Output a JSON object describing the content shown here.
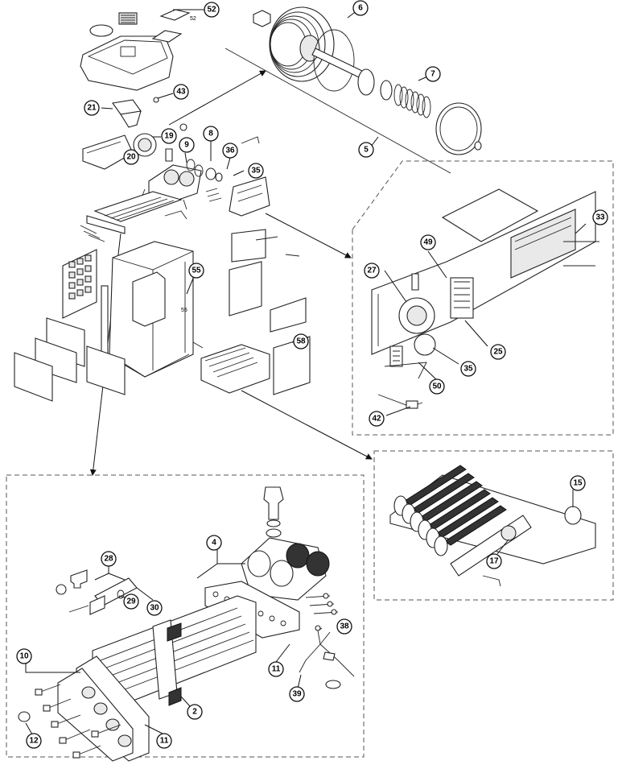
{
  "diagram": {
    "callouts": {
      "c52": "52",
      "c6": "6",
      "c7": "7",
      "c5": "5",
      "c43": "43",
      "c21": "21",
      "c19": "19",
      "c20": "20",
      "c9": "9",
      "c8": "8",
      "c36": "36",
      "c35a": "35",
      "c55": "55",
      "c58": "58",
      "c33": "33",
      "c49": "49",
      "c27": "27",
      "c25": "25",
      "c35b": "35",
      "c50": "50",
      "c42": "42",
      "c15": "15",
      "c17": "17",
      "c4": "4",
      "c28": "28",
      "c29": "29",
      "c30": "30",
      "c10": "10",
      "c38": "38",
      "c11a": "11",
      "c39": "39",
      "c2": "2",
      "c12": "12",
      "c11b": "11"
    },
    "small_labels": {
      "lid_tag": "52",
      "frame_tag": "55"
    }
  },
  "colors": {
    "line": "#222222",
    "background": "#ffffff",
    "dash": "#555555"
  }
}
